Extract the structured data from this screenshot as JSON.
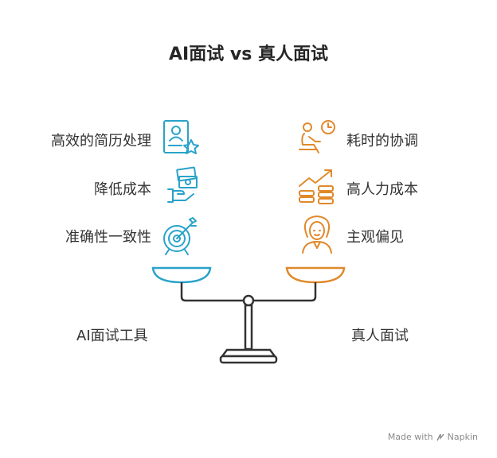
{
  "title": "AI面试 vs 真人面试",
  "left": {
    "items": [
      {
        "label": "高效的简历处理",
        "icon": "resume-star-icon"
      },
      {
        "label": "降低成本",
        "icon": "hand-money-icon"
      },
      {
        "label": "准确性一致性",
        "icon": "target-arrow-icon"
      }
    ],
    "caption": "AI面试工具",
    "color": "#29a3c9"
  },
  "right": {
    "items": [
      {
        "label": "耗时的协调",
        "icon": "person-clock-icon"
      },
      {
        "label": "高人力成本",
        "icon": "coins-growth-icon"
      },
      {
        "label": "主观偏见",
        "icon": "woman-face-icon"
      }
    ],
    "caption": "真人面试",
    "color": "#e0892a"
  },
  "footer": {
    "text": "Made with",
    "brand": "Napkin"
  }
}
